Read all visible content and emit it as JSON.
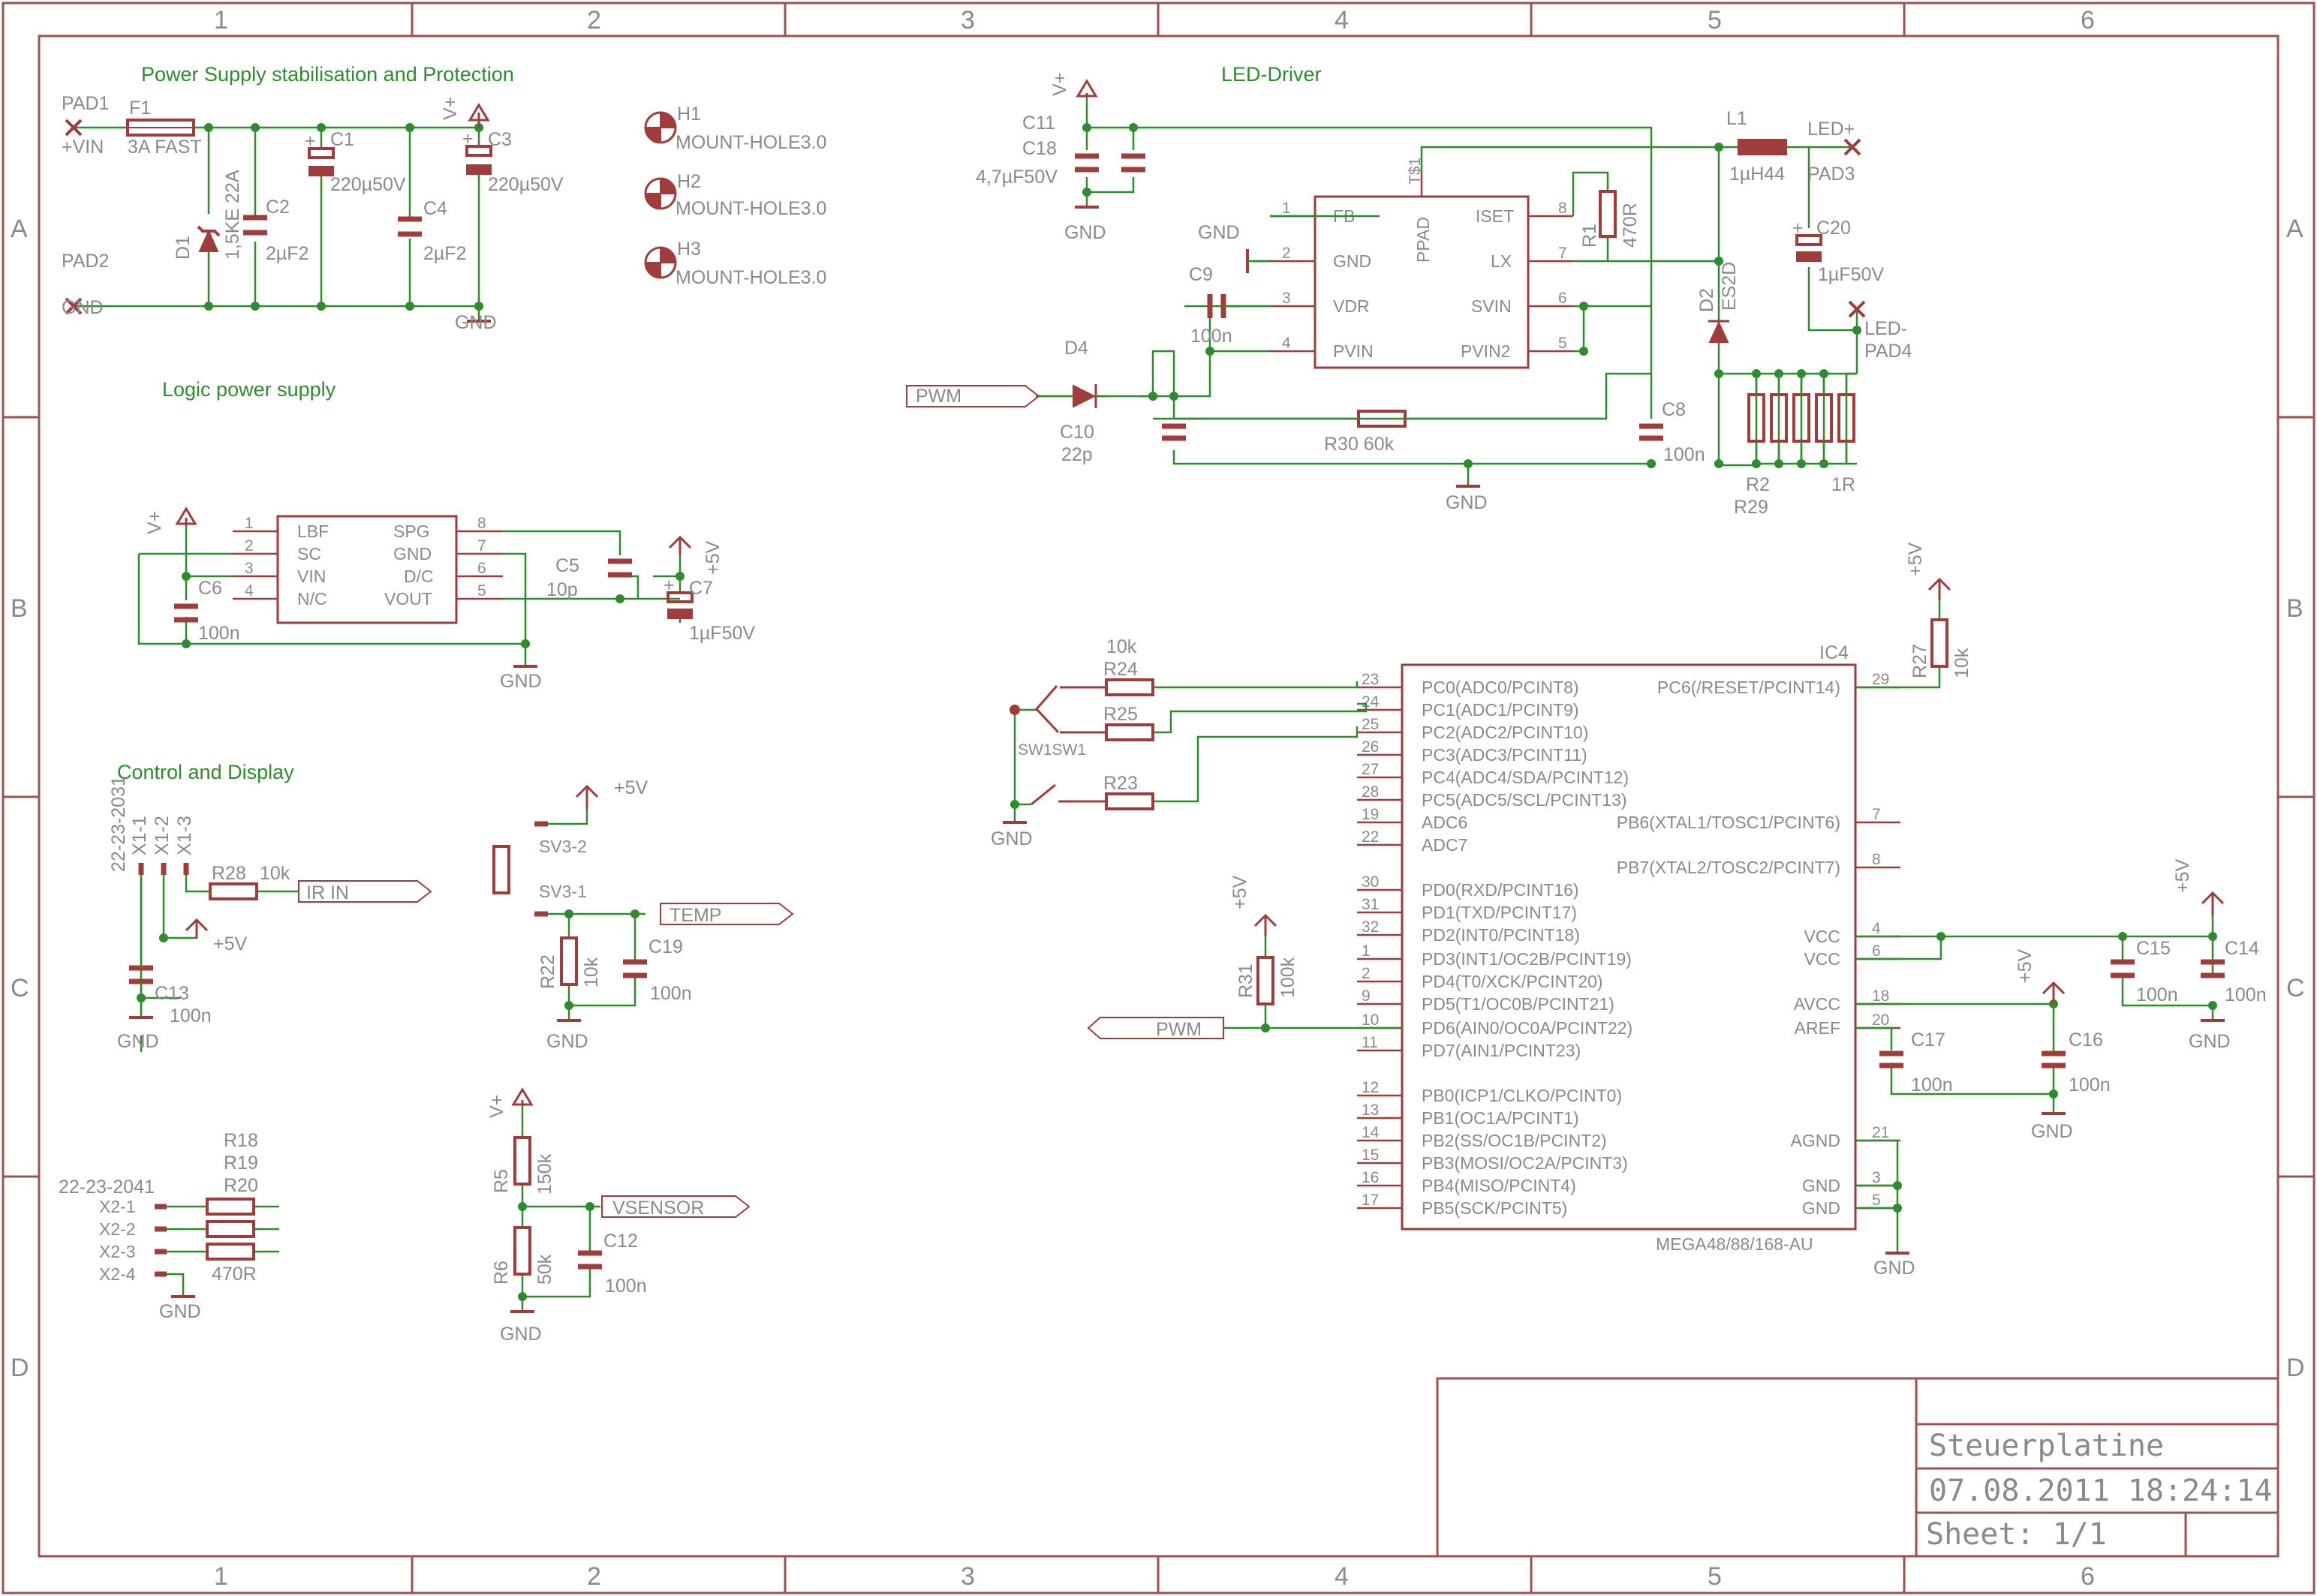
{
  "sheet": {
    "columns": [
      "1",
      "2",
      "3",
      "4",
      "5",
      "6"
    ],
    "rows": [
      "A",
      "B",
      "C",
      "D"
    ],
    "title_block": {
      "name": "Steuerplatine",
      "date": "07.08.2011 18:24:14",
      "sheet": "Sheet: 1/1"
    }
  },
  "sections": {
    "power": "Power Supply stabilisation and Protection",
    "logic": "Logic power supply",
    "control": "Control and Display",
    "led": "LED-Driver"
  },
  "colors": {
    "symbol": "#a03c3c",
    "wire": "#2e8b2e",
    "text": "#8a8a8a",
    "frame": "#a05050"
  },
  "power": {
    "pad1": "PAD1",
    "vin": "+VIN",
    "pad2": "PAD2",
    "gnd_pad": "GND",
    "f1": "F1",
    "f1_val": "3A FAST",
    "d1": "D1",
    "d1_val": "1,5KE 22A",
    "c2": "C2",
    "c2_val": "2µF2",
    "c1": "C1",
    "c1_val": "220µ50V",
    "c4": "C4",
    "c4_val": "2µF2",
    "vplus": "V+",
    "c3": "C3",
    "c3_val": "220µ50V",
    "gnd": "GND"
  },
  "holes": [
    {
      "name": "H1",
      "val": "MOUNT-HOLE3.0"
    },
    {
      "name": "H2",
      "val": "MOUNT-HOLE3.0"
    },
    {
      "name": "H3",
      "val": "MOUNT-HOLE3.0"
    }
  ],
  "logic": {
    "vplus": "V+",
    "c6": "C6",
    "c6_val": "100n",
    "pins_left": [
      {
        "n": "1",
        "l": "LBF"
      },
      {
        "n": "2",
        "l": "SC"
      },
      {
        "n": "3",
        "l": "VIN"
      },
      {
        "n": "4",
        "l": "N/C"
      }
    ],
    "pins_right": [
      {
        "n": "8",
        "l": "SPG"
      },
      {
        "n": "7",
        "l": "GND"
      },
      {
        "n": "6",
        "l": "D/C"
      },
      {
        "n": "5",
        "l": "VOUT"
      }
    ],
    "c5": "C5",
    "c5_val": "10p",
    "c7": "C7",
    "c7_val": "1µF50V",
    "p5v": "+5V",
    "gnd": "GND"
  },
  "control": {
    "x1_part": "22-23-2031",
    "x1_pins": [
      "X1-1",
      "X1-2",
      "X1-3"
    ],
    "r28": "R28",
    "r28_val": "10k",
    "ir": "IR IN",
    "p5v": "+5V",
    "c13": "C13",
    "c13_val": "100n",
    "gnd": "GND",
    "sv3_2": "SV3-2",
    "sv3_1": "SV3-1",
    "temp": "TEMP",
    "r22": "R22",
    "r22_val": "10k",
    "c19": "C19",
    "c19_val": "100n",
    "x2_part": "22-23-2041",
    "x2_pins": [
      "X2-1",
      "X2-2",
      "X2-3",
      "X2-4"
    ],
    "r18": "R18",
    "r19": "R19",
    "r20": "R20",
    "r_val": "470R",
    "vplus": "V+",
    "r5": "R5",
    "r5_val": "150k",
    "vsensor": "VSENSOR",
    "c12": "C12",
    "c12_val": "100n",
    "r6": "R6",
    "r6_val": "50k"
  },
  "led": {
    "vplus": "V+",
    "c11": "C11",
    "c18": "C18",
    "c18_val": "4,7µF50V",
    "gnd": "GND",
    "pins_left": [
      {
        "n": "1",
        "l": "FB"
      },
      {
        "n": "2",
        "l": "GND"
      },
      {
        "n": "3",
        "l": "VDR"
      },
      {
        "n": "4",
        "l": "PVIN"
      }
    ],
    "pins_right": [
      {
        "n": "8",
        "l": "ISET"
      },
      {
        "n": "7",
        "l": "LX"
      },
      {
        "n": "6",
        "l": "SVIN"
      },
      {
        "n": "5",
        "l": "PVIN2"
      }
    ],
    "ppad": "PPAD",
    "ts1": "T$1",
    "c9": "C9",
    "c9_val": "100n",
    "r1": "R1",
    "r1_val": "470R",
    "l1": "L1",
    "l1_val": "1µH44",
    "ledp": "LED+",
    "pad3": "PAD3",
    "c20": "C20",
    "c20_val": "1µF50V",
    "ledm": "LED-",
    "pad4": "PAD4",
    "d2": "D2",
    "d2_val": "ES2D",
    "d4": "D4",
    "pwm": "PWM",
    "c10": "C10",
    "c10_val": "22p",
    "r30": "R30 60k",
    "c8": "C8",
    "c8_val": "100n",
    "r2": "R2",
    "r29": "R29",
    "r_val": "1R"
  },
  "mcu": {
    "name": "IC4",
    "part": "MEGA48/88/168-AU",
    "left": [
      {
        "n": "23",
        "l": "PC0(ADC0/PCINT8)"
      },
      {
        "n": "24",
        "l": "PC1(ADC1/PCINT9)"
      },
      {
        "n": "25",
        "l": "PC2(ADC2/PCINT10)"
      },
      {
        "n": "26",
        "l": "PC3(ADC3/PCINT11)"
      },
      {
        "n": "27",
        "l": "PC4(ADC4/SDA/PCINT12)"
      },
      {
        "n": "28",
        "l": "PC5(ADC5/SCL/PCINT13)"
      },
      {
        "n": "19",
        "l": "ADC6"
      },
      {
        "n": "22",
        "l": "ADC7"
      },
      {
        "n": "30",
        "l": "PD0(RXD/PCINT16)"
      },
      {
        "n": "31",
        "l": "PD1(TXD/PCINT17)"
      },
      {
        "n": "32",
        "l": "PD2(INT0/PCINT18)"
      },
      {
        "n": "1",
        "l": "PD3(INT1/OC2B/PCINT19)"
      },
      {
        "n": "2",
        "l": "PD4(T0/XCK/PCINT20)"
      },
      {
        "n": "9",
        "l": "PD5(T1/OC0B/PCINT21)"
      },
      {
        "n": "10",
        "l": "PD6(AIN0/OC0A/PCINT22)"
      },
      {
        "n": "11",
        "l": "PD7(AIN1/PCINT23)"
      },
      {
        "n": "12",
        "l": "PB0(ICP1/CLKO/PCINT0)"
      },
      {
        "n": "13",
        "l": "PB1(OC1A/PCINT1)"
      },
      {
        "n": "14",
        "l": "PB2(SS/OC1B/PCINT2)"
      },
      {
        "n": "15",
        "l": "PB3(MOSI/OC2A/PCINT3)"
      },
      {
        "n": "16",
        "l": "PB4(MISO/PCINT4)"
      },
      {
        "n": "17",
        "l": "PB5(SCK/PCINT5)"
      }
    ],
    "right": [
      {
        "n": "29",
        "l": "PC6(/RESET/PCINT14)"
      },
      {
        "n": "7",
        "l": "PB6(XTAL1/TOSC1/PCINT6)"
      },
      {
        "n": "8",
        "l": "PB7(XTAL2/TOSC2/PCINT7)"
      },
      {
        "n": "4",
        "l": "VCC"
      },
      {
        "n": "6",
        "l": "VCC"
      },
      {
        "n": "18",
        "l": "AVCC"
      },
      {
        "n": "20",
        "l": "AREF"
      },
      {
        "n": "21",
        "l": "AGND"
      },
      {
        "n": "3",
        "l": "GND"
      },
      {
        "n": "5",
        "l": "GND"
      }
    ],
    "r24": "R24",
    "r24_val": "10k",
    "r25": "R25",
    "r23": "R23",
    "sw": "SW1SW1",
    "gnd": "GND",
    "r27": "R27",
    "r27_val": "10k",
    "p5v": "+5V",
    "r31": "R31",
    "r31_val": "100k",
    "pwm": "PWM",
    "c15": "C15",
    "c15_val": "100n",
    "c14": "C14",
    "c14_val": "100n",
    "c17": "C17",
    "c17_val": "100n",
    "c16": "C16",
    "c16_val": "100n"
  }
}
